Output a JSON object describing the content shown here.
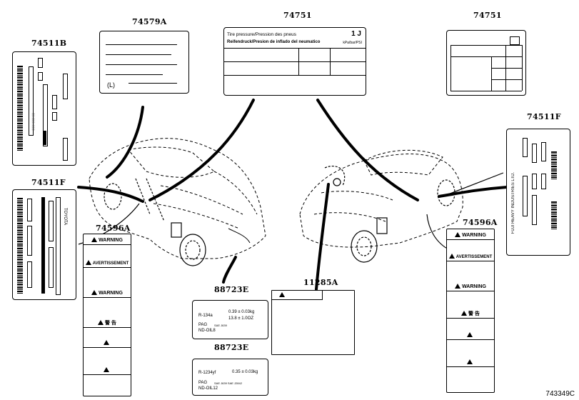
{
  "labels": {
    "p74579a": "74579A",
    "p74751_center": "74751",
    "p74751_right": "74751",
    "p74511b": "74511B",
    "p74511f_left": "74511F",
    "p74511f_right": "74511F",
    "p74596a_left": "74596A",
    "p74596a_right": "74596A",
    "p88723e_top": "88723E",
    "p88723e_bottom": "88723E",
    "p11285a": "11285A"
  },
  "tire_label": {
    "line1": "Tire pressure/Pression des pneus",
    "line2": "Reifendruck/Presion de inflado del neumatico",
    "code": "1 J",
    "units": "kPa/bar/PSI"
  },
  "label_74579a_mark": "(L)",
  "warning_panel": {
    "warning": "WARNING",
    "avertissement": "AVERTISSEMENT",
    "cjk": "警 告"
  },
  "refrigerant_top": {
    "gas": "R-134a",
    "amount": "0.39 ± 0.03kg",
    "amount2": "13.8 ± 1.0OZ",
    "oil": "PAG",
    "oil_code": "ND-OIL8",
    "sae": "SAE J639"
  },
  "refrigerant_bottom": {
    "gas": "R-1234yf",
    "amount": "0.35 ± 0.03kg",
    "oil": "PAG",
    "oil_code": "ND-OIL12",
    "sae": "SAE J639 SAE J2842"
  },
  "label_74511f_right_text": "FUJI HEAVY INDUSTRIES LTD.",
  "label_74511f_left_text": "TOYOTA",
  "figure_id": "743349C"
}
